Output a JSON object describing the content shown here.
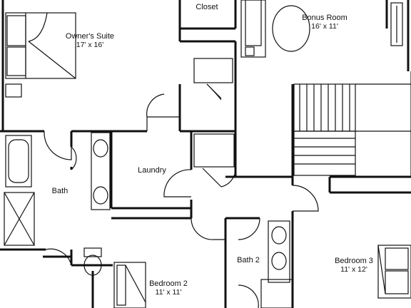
{
  "rooms": {
    "owners_suite": {
      "name": "Owner's Suite",
      "dims": "17' x 16'"
    },
    "closet": {
      "name": "Closet"
    },
    "bonus_room": {
      "name": "Bonus Room",
      "dims": "16' x 11'"
    },
    "bath": {
      "name": "Bath"
    },
    "laundry": {
      "name": "Laundry"
    },
    "bath2": {
      "name": "Bath 2"
    },
    "bedroom2": {
      "name": "Bedroom 2",
      "dims": "11' x 11'"
    },
    "bedroom3": {
      "name": "Bedroom 3",
      "dims": "11' x 12'"
    }
  }
}
